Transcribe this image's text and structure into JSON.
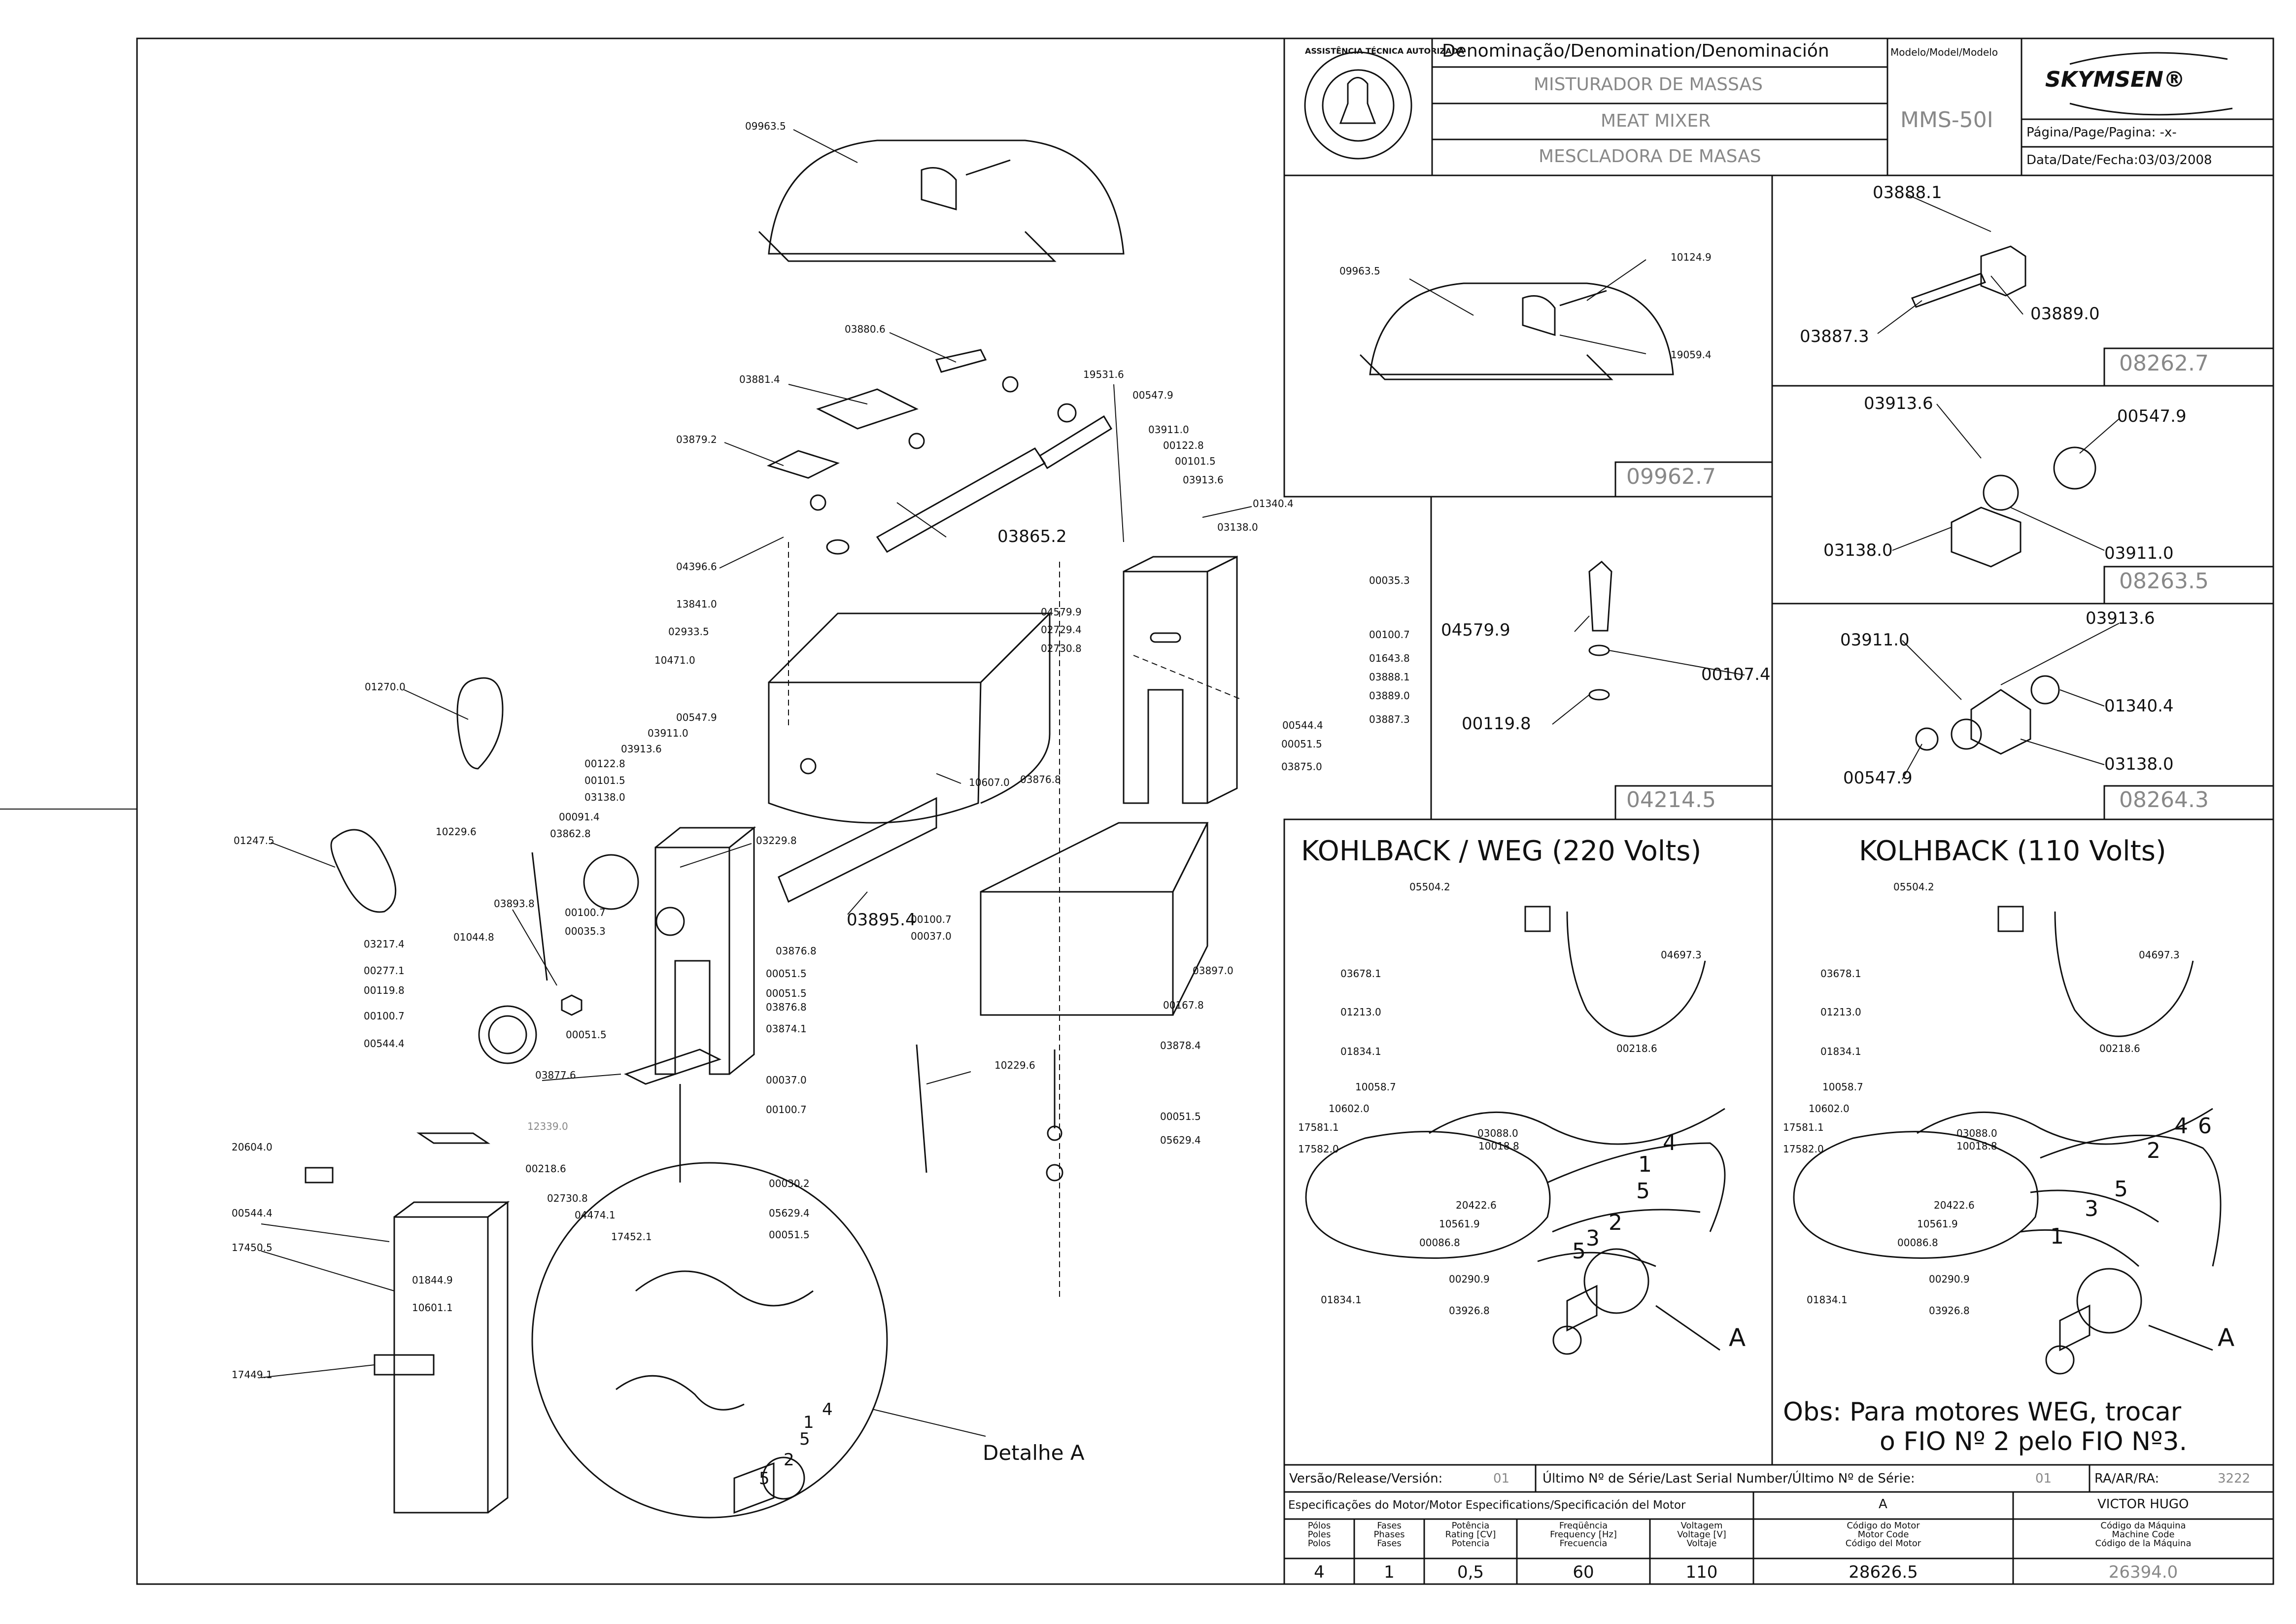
{
  "title_block": {
    "denomination_header": "Denominação/Denomination/Denominación",
    "model_header": "Modelo/Model/Modelo",
    "names": [
      "MISTURADOR DE MASSAS",
      "MEAT MIXER",
      "MESCLADORA DE MASAS"
    ],
    "model": "MMS-50I",
    "brand": "SKYMSEN®",
    "page_label": "Página/Page/Pagina: -x-",
    "date_label": "Data/Date/Fecha:03/03/2008",
    "seal_text": "ASSISTÊNCIA TÉCNICA AUTORIZADA"
  },
  "subassemblies": [
    {
      "code": "09962.7",
      "parts": [
        "09963.5",
        "10124.9",
        "19059.4"
      ]
    },
    {
      "code": "08262.7",
      "parts": [
        "03888.1",
        "03887.3",
        "03889.0"
      ]
    },
    {
      "code": "08263.5",
      "parts": [
        "03913.6",
        "00547.9",
        "03138.0",
        "03911.0"
      ]
    },
    {
      "code": "04214.5",
      "parts": [
        "04579.9",
        "00107.4",
        "00119.8"
      ]
    },
    {
      "code": "08264.3",
      "parts": [
        "03911.0",
        "03913.6",
        "01340.4",
        "00547.9",
        "03138.0"
      ]
    }
  ],
  "wiring": [
    {
      "title": "KOHLBACK / WEG (220 Volts)",
      "labels": [
        "05504.2",
        "04697.3",
        "03678.1",
        "01213.0",
        "01834.1",
        "00218.6",
        "10058.7",
        "10602.0",
        "17581.1",
        "17582.0",
        "03088.0",
        "10018.8",
        "20422.6",
        "10561.9",
        "00086.8",
        "00290.9",
        "03926.8",
        "01834.1"
      ],
      "wires": [
        "4",
        "1",
        "5",
        "2",
        "3",
        "5"
      ],
      "motor_tag": "A"
    },
    {
      "title": "KOLHBACK (110 Volts)",
      "labels": [
        "05504.2",
        "04697.3",
        "03678.1",
        "01213.0",
        "01834.1",
        "00218.6",
        "10058.7",
        "10602.0",
        "17581.1",
        "17582.0",
        "03088.0",
        "10018.8",
        "20422.6",
        "10561.9",
        "00086.8",
        "00290.9",
        "03926.8",
        "01834.1"
      ],
      "wires": [
        "4",
        "6",
        "2",
        "5",
        "3",
        "1"
      ],
      "motor_tag": "A"
    }
  ],
  "note": [
    "Obs: Para motores WEG, trocar",
    "o FIO Nº 2 pelo FIO Nº3."
  ],
  "detail_label": "Detalhe A",
  "detail_wires": [
    "4",
    "1",
    "5",
    "2",
    "5"
  ],
  "main_parts": [
    "09963.5",
    "03880.6",
    "19531.6",
    "03881.4",
    "00547.9",
    "03911.0",
    "00122.8",
    "00101.5",
    "03913.6",
    "03879.2",
    "01340.4",
    "03138.0",
    "03865.2",
    "04396.6",
    "00035.3",
    "04579.9",
    "02729.4",
    "02730.8",
    "00100.7",
    "01643.8",
    "13841.0",
    "02933.5",
    "10471.0",
    "03888.1",
    "03889.0",
    "00544.4",
    "03887.3",
    "01270.0",
    "00547.9",
    "03911.0",
    "03913.6",
    "00051.5",
    "00122.8",
    "00101.5",
    "03875.0",
    "10607.0",
    "03138.0",
    "00091.4",
    "03862.8",
    "10229.6",
    "03229.8",
    "03876.8",
    "01247.5",
    "03893.8",
    "00100.7",
    "03895.4",
    "01044.8",
    "00035.3",
    "03876.8",
    "03217.4",
    "00277.1",
    "00100.7",
    "00037.0",
    "03897.0",
    "00119.8",
    "00051.5",
    "00100.7",
    "00051.5",
    "03876.8",
    "00167.8",
    "00544.4",
    "00051.5",
    "03874.1",
    "10229.6",
    "03878.4",
    "03877.6",
    "00037.0",
    "00100.7",
    "12339.0",
    "00051.5",
    "20604.0",
    "05629.4",
    "00030.2",
    "00218.6",
    "05629.4",
    "00544.4",
    "02730.8",
    "04474.1",
    "00051.5",
    "17450.5",
    "01844.9",
    "17452.1",
    "10601.1",
    "17449.1"
  ],
  "release": {
    "release_label": "Versão/Release/Versión:",
    "release_value": "01",
    "serial_label": "Último Nº de Série/Last Serial Number/Último Nº de Série:",
    "serial_value": "01",
    "ra_label": "RA/AR/RA:",
    "ra_value": "3222"
  },
  "motor_spec": {
    "header": "Especificações do Motor/Motor Especifications/Specificación del Motor",
    "rev": "A",
    "author": "VICTOR HUGO",
    "columns": [
      {
        "label": "Pólos\nPoles\nPolos",
        "value": "4"
      },
      {
        "label": "Fases\nPhases\nFases",
        "value": "1"
      },
      {
        "label": "Potência\nRating [CV]\nPotencia",
        "value": "0,5"
      },
      {
        "label": "Freqüência\nFrequency [Hz]\nFrecuencia",
        "value": "60"
      },
      {
        "label": "Voltagem\nVoltage [V]\nVoltaje",
        "value": "110"
      },
      {
        "label": "Código do Motor\nMotor Code\nCódigo del Motor",
        "value": "28626.5"
      },
      {
        "label": "Código da Máquina\nMachine Code\nCódigo de la Máquina",
        "value": "26394.0"
      }
    ]
  },
  "colors": {
    "line": "#111111",
    "muted": "#888888"
  }
}
